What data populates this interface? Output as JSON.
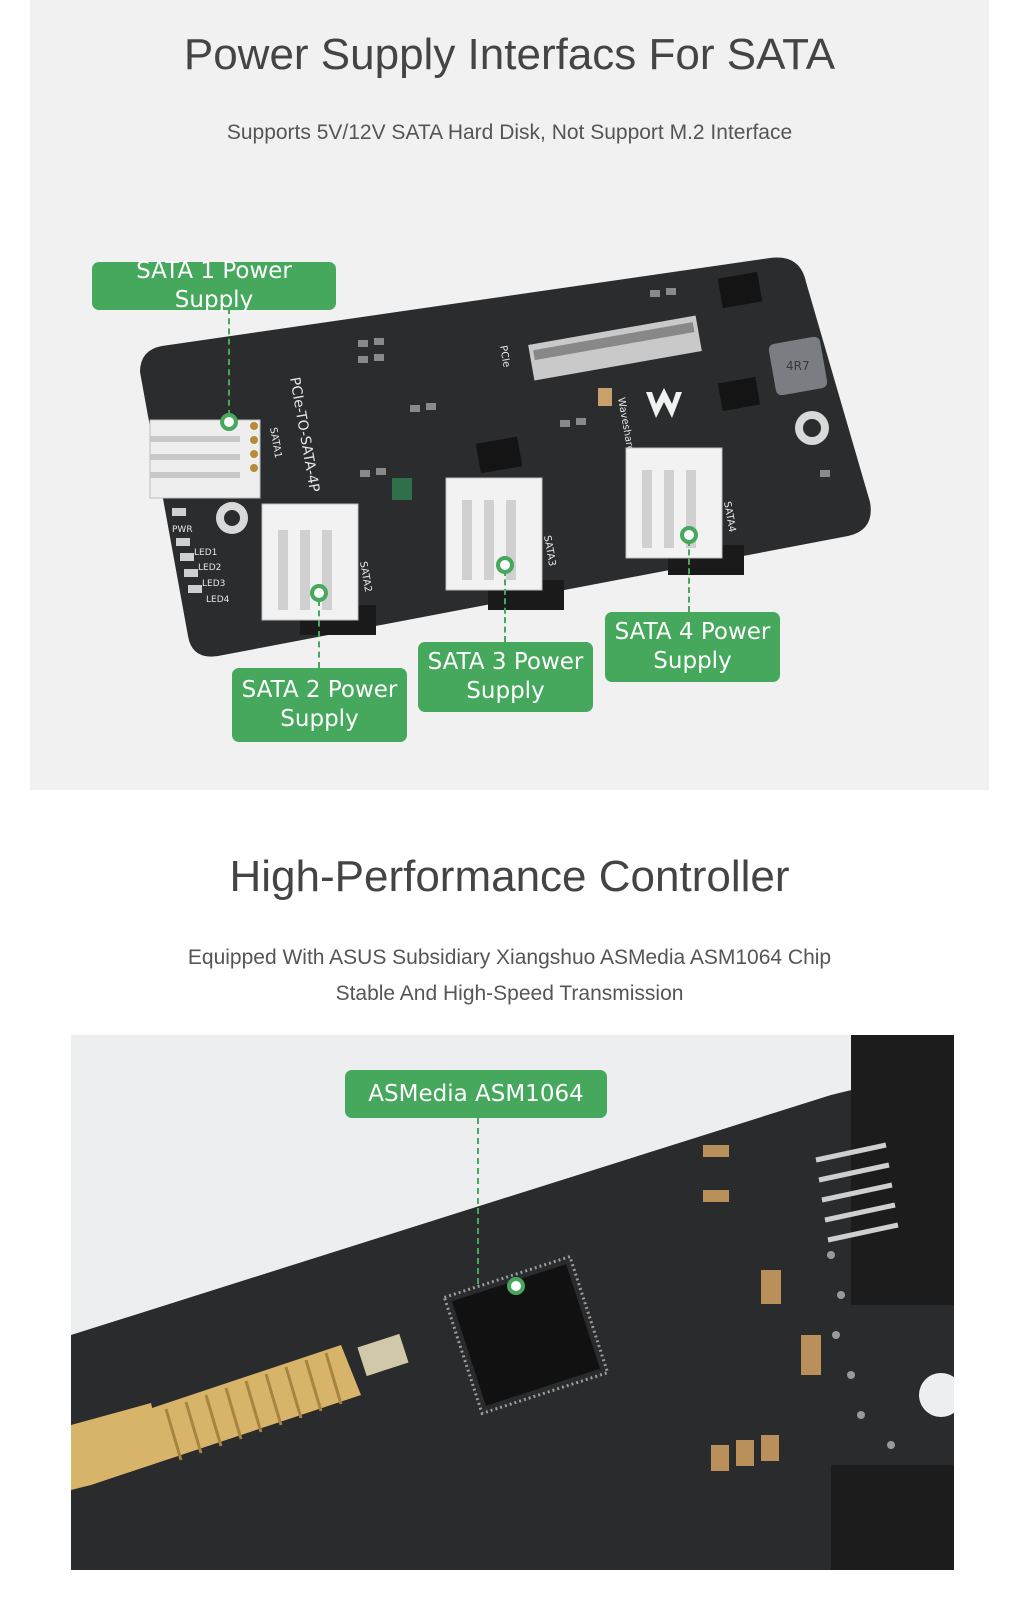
{
  "section1": {
    "title": "Power Supply Interfacs For SATA",
    "subtitle": "Supports 5V/12V SATA Hard Disk, Not Support M.2 Interface",
    "labels": {
      "sata1": "SATA 1 Power Supply",
      "sata2": "SATA 2 Power Supply",
      "sata3": "SATA 3 Power Supply",
      "sata4": "SATA 4 Power Supply"
    },
    "board": {
      "model": "PCIe-TO-SATA-4P",
      "brand": "Waveshare",
      "pcie": "PCIe",
      "sata1": "SATA1",
      "sata2": "SATA2",
      "sata3": "SATA3",
      "sata4": "SATA4",
      "pwr": "PWR",
      "led1": "LED1",
      "led2": "LED2",
      "led3": "LED3",
      "led4": "LED4",
      "inductor": "4R7"
    }
  },
  "section2": {
    "title": "High-Performance Controller",
    "subtitle_line1": "Equipped With ASUS Subsidiary Xiangshuo ASMedia ASM1064 Chip",
    "subtitle_line2": "Stable And High-Speed Transmission",
    "chip_label": "ASMedia ASM1064"
  },
  "colors": {
    "accent": "#45a85c",
    "pcb": "#2b2c2e",
    "background": "#f1f1f1"
  }
}
